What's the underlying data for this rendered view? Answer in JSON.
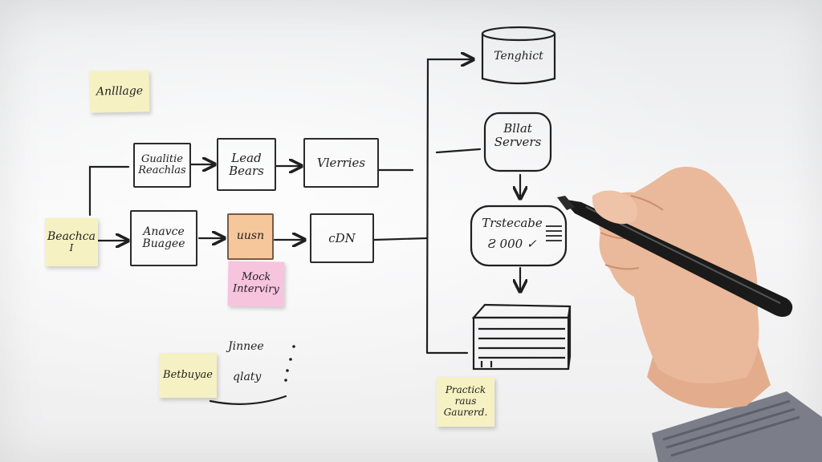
{
  "notes": {
    "top_left": "Anlllage",
    "left_mid": "Beachca",
    "left_mid_sub": "I",
    "pink": "Mock Interviry",
    "bottom_left": "Betbuyae",
    "bottom_right": "Practick raus Gaurerd."
  },
  "boxes": {
    "qualitie": "Gualitie Reachlas",
    "lead": "Lead Bears",
    "vlerries": "Vlerries",
    "analyze": "Anavce Buagee",
    "orange": "uusn",
    "cdn": "cDN",
    "top_cylinder": "Tenghict",
    "blat": "Bllat Servers",
    "testecabe": "Trstecabe",
    "testecabe_sub": "Ƨ 000 ✓"
  },
  "scribbles": {
    "bottom_text_line1": "Jinnee",
    "bottom_text_line2": "qlaty"
  },
  "colors": {
    "ink": "#1f1f1f",
    "sticky_yellow": "#f6f1c2",
    "sticky_pink": "#f7c4de",
    "box_orange": "#f6c79b",
    "pen": "#1a1a1a",
    "skin": "#e8b89a",
    "sleeve": "#7a7d86"
  }
}
